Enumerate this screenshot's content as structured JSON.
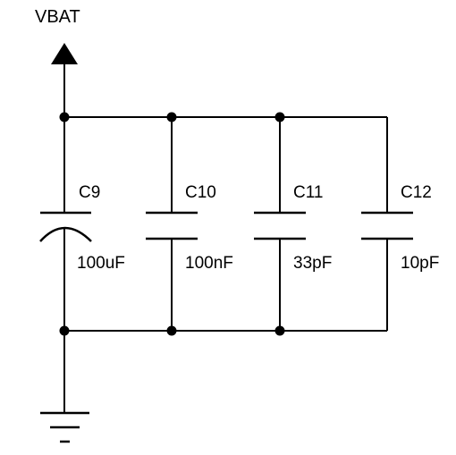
{
  "power_net": {
    "label": "VBAT"
  },
  "capacitors": [
    {
      "ref": "C9",
      "value": "100uF",
      "polarized": true
    },
    {
      "ref": "C10",
      "value": "100nF",
      "polarized": false
    },
    {
      "ref": "C11",
      "value": "33pF",
      "polarized": false
    },
    {
      "ref": "C12",
      "value": "10pF",
      "polarized": false
    }
  ],
  "ground": {
    "symbol": "ground-symbol"
  },
  "colors": {
    "wire": "#000000",
    "background": "#ffffff"
  }
}
